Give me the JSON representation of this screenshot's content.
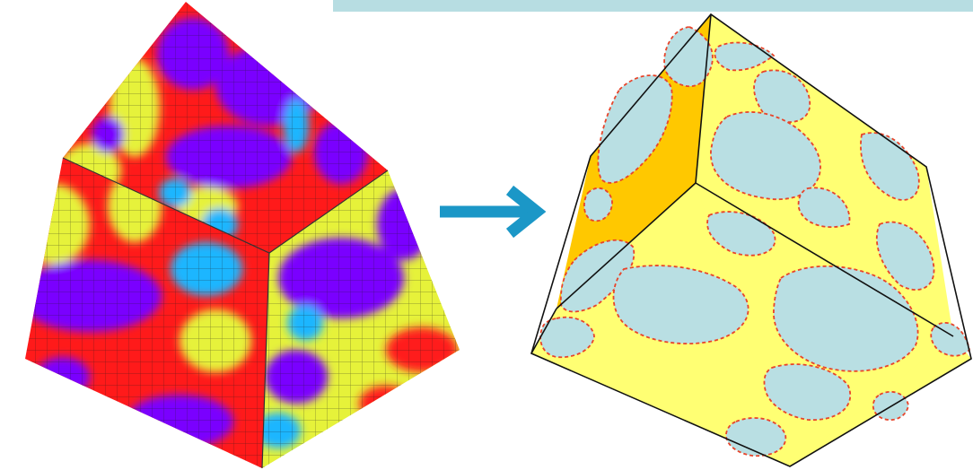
{
  "header": {
    "title_fragment_left": "y",
    "title_fragment_right": "ff"
  },
  "colors": {
    "band": "#b7dde2",
    "violet": "#7a00ff",
    "blue": "#1fb6ff",
    "yellow": "#e6f23a",
    "red": "#ff1a1a",
    "arrow": "#1b97c7",
    "face_light": "#ffff73",
    "face_dark": "#ffc800",
    "blob": "#b9dfe3",
    "blob_edge": "#e8442a"
  },
  "diagram": {
    "left": "field-cube",
    "connector": "arrow",
    "right": "segmented-cube"
  }
}
